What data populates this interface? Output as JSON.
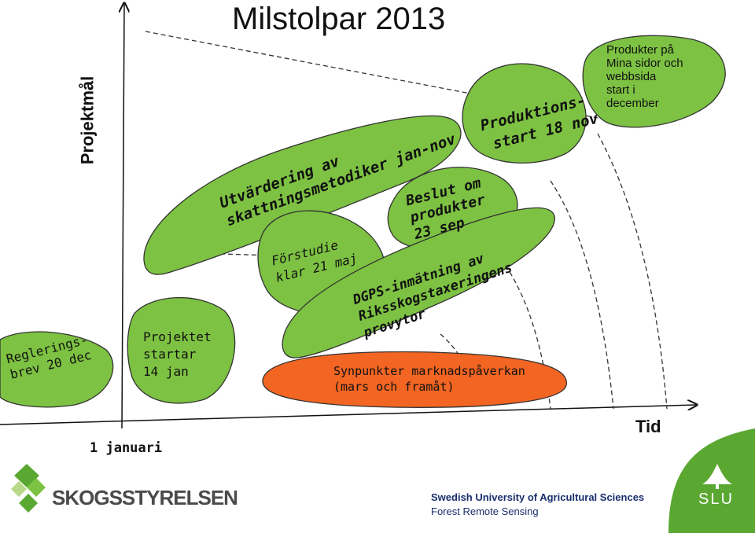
{
  "title": "Milstolpar 2013",
  "axes": {
    "y_label": "Projektmål",
    "x_label": "Tid",
    "origin_label": "1 januari"
  },
  "milestones": [
    {
      "id": "regleringsbrev",
      "lines": [
        "Reglerings-",
        "brev 20 dec"
      ],
      "color": "#7dc242"
    },
    {
      "id": "projektet-startar",
      "lines": [
        "Projektet",
        "startar",
        "14 jan"
      ],
      "color": "#7dc242"
    },
    {
      "id": "forstudie",
      "lines": [
        "Förstudie",
        "klar 21 maj"
      ],
      "color": "#7dc242"
    },
    {
      "id": "utvardering",
      "lines": [
        "Utvärdering av",
        "skattningsmetodiker jan-nov"
      ],
      "color": "#7dc242"
    },
    {
      "id": "beslut",
      "lines": [
        "Beslut om",
        "produkter",
        "23 sep"
      ],
      "color": "#7dc242"
    },
    {
      "id": "dgps",
      "lines": [
        "DGPS-inmätning av",
        "Riksskogstaxeringens",
        "provytor"
      ],
      "color": "#7dc242"
    },
    {
      "id": "produktionsstart",
      "lines": [
        "Produktions-",
        "start 18 nov"
      ],
      "color": "#7dc242"
    },
    {
      "id": "produkter-mina-sidor",
      "lines": [
        "Produkter på",
        "Mina sidor och",
        "webbsida",
        "start i",
        "december"
      ],
      "color": "#7dc242"
    },
    {
      "id": "synpunkter",
      "lines": [
        "Synpunkter marknadspåverkan",
        "(mars och framåt)"
      ],
      "color": "#f26522"
    }
  ],
  "logos": {
    "skogsstyrelsen": {
      "text": "SKOGSSTYRELSEN",
      "color": "#4a4a4a",
      "accent": "#5aa832"
    },
    "slu": {
      "line1": "Swedish University of Agricultural Sciences",
      "line2": "Forest Remote Sensing",
      "mark": "SLU",
      "color": "#1a2e6e",
      "accent": "#5aa832"
    }
  }
}
